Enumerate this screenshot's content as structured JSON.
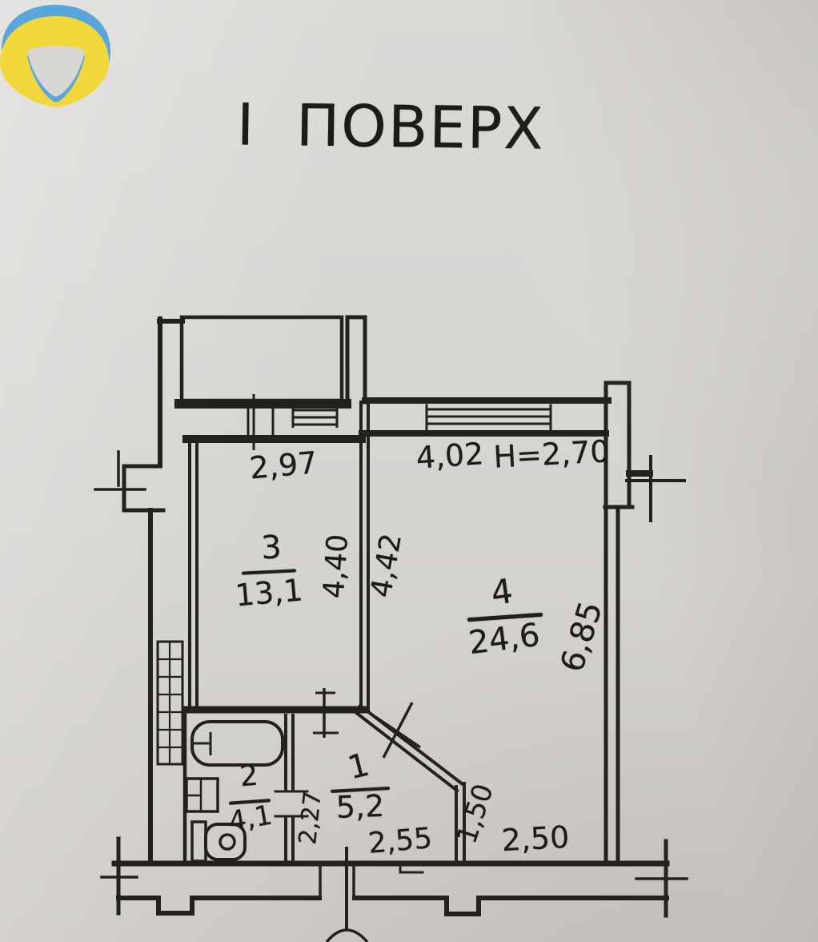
{
  "title": "І ПОВЕРХ",
  "logo": {
    "icon": "balloon-badge",
    "blue": "#58a6da",
    "yellow": "#f2d73c"
  },
  "plan": {
    "ceiling_height": "H=2,70",
    "rooms": [
      {
        "number": "1",
        "area": "5,2"
      },
      {
        "number": "2",
        "area": "4,1"
      },
      {
        "number": "3",
        "area": "13,1"
      },
      {
        "number": "4",
        "area": "24,6"
      }
    ],
    "dims": {
      "balcony_width": "2,97",
      "room4_width": "4,02",
      "room3_depth": "4,40",
      "room4_depth_inner": "4,42",
      "room4_depth_outer": "6,85",
      "bath_wall": "2,27",
      "hall_width": "2,55",
      "hall_right": "1,50",
      "entry_right": "2,50"
    }
  }
}
